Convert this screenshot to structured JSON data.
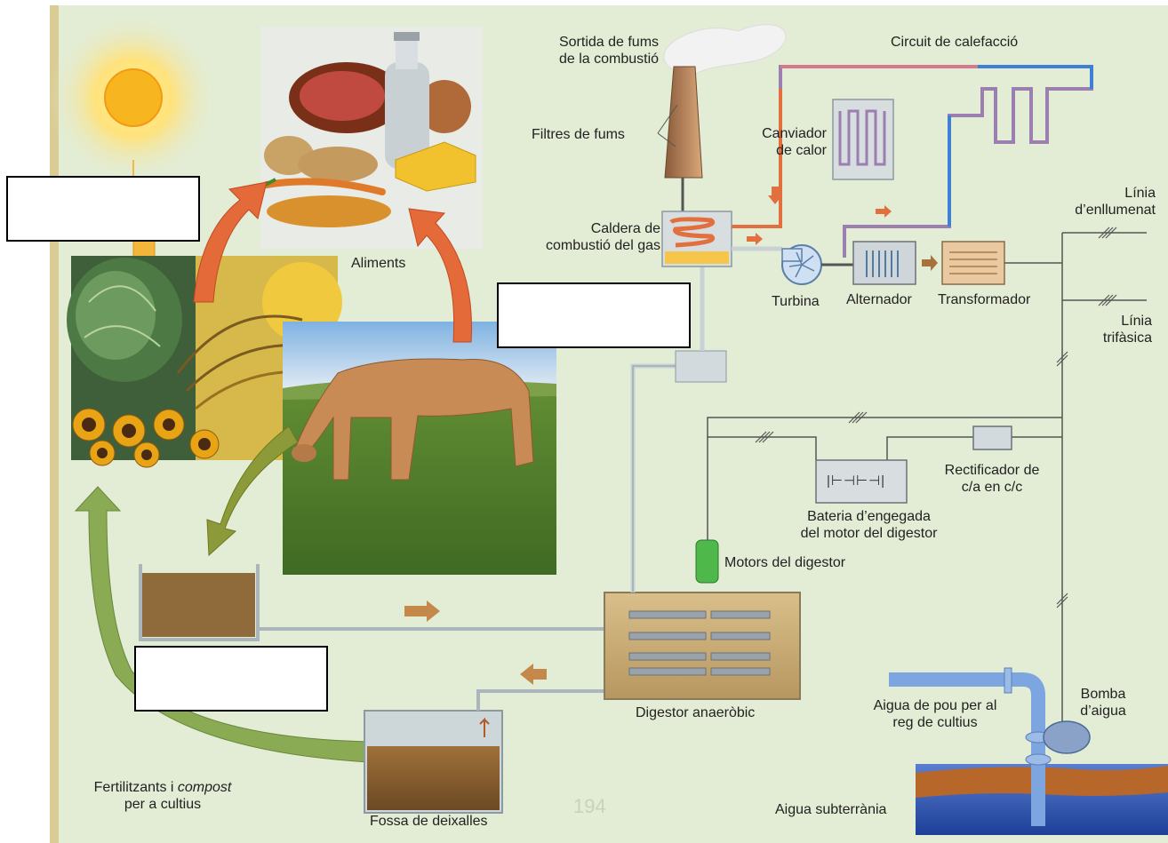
{
  "labels": {
    "smoke_outlet_1": "Sortida de fums",
    "smoke_outlet_2": "de la combustió",
    "heating_circuit": "Circuit de calefacció",
    "smoke_filters": "Filtres de fums",
    "heat_exchanger_1": "Canviador",
    "heat_exchanger_2": "de calor",
    "gas_boiler_1": "Caldera de",
    "gas_boiler_2": "combustió del gas",
    "lighting_line_1": "Línia",
    "lighting_line_2": "d’enllumenat",
    "three_phase_line_1": "Línia",
    "three_phase_line_2": "trifàsica",
    "food": "Aliments",
    "turbine": "Turbina",
    "alternator": "Alternador",
    "transformer": "Transformador",
    "rectifier_1": "Rectificador de",
    "rectifier_2": "c/a en c/c",
    "battery_1": "Bateria d’engegada",
    "battery_2": "del motor del digestor",
    "digester_motors": "Motors del digestor",
    "digester": "Digestor anaeròbic",
    "well_water_1": "Aigua de pou per al",
    "well_water_2": "reg de cultius",
    "water_pump_1": "Bomba",
    "water_pump_2": "d’aigua",
    "groundwater": "Aigua subterrània",
    "fertilizers_prefix": "Fertilitzants i ",
    "fertilizers_italic": "compost",
    "fertilizers_2": "per a cultius",
    "waste_pit": "Fossa de deixalles",
    "battery_symbol": "|⊢⊣⊢⊣|",
    "page_number": "194"
  },
  "colors": {
    "background": "#e3ecd4",
    "hot_pipe": "#e2703f",
    "cold_pipe": "#3f7fd6",
    "mixed_pipe": "#9a7fb0",
    "flow_arrow": "#a8713a",
    "fertilizer_arrow": "#8aab53",
    "cycle_arrow": "#e05a2e",
    "motor": "#4fb84a"
  }
}
